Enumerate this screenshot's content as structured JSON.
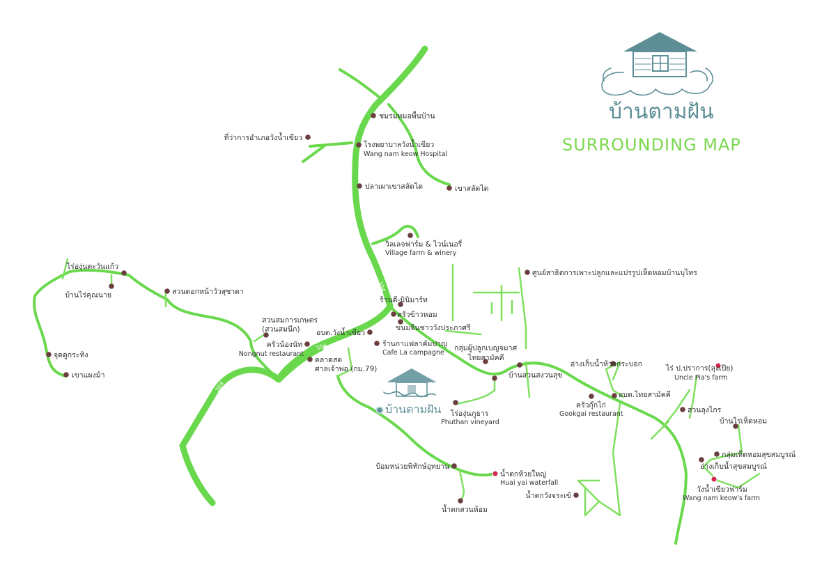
{
  "brand": {
    "name_thai": "บ้านตามฝัน",
    "subtitle": "SURROUNDING MAP"
  },
  "home_marker": {
    "label": "บ้านตามฝัน"
  },
  "highway_labels": [
    "304",
    "304",
    "304"
  ],
  "colors": {
    "road": "#6ad84d",
    "place_dot": "#6b3f3f",
    "highlight_dot": "#d6284d",
    "logo": "#5d8e96",
    "subtitle": "#7bd84f"
  },
  "places": [
    {
      "id": "folk-club",
      "label": "ชมรมหมอพื้นบ้าน"
    },
    {
      "id": "district-office",
      "label": "ที่ว่าการอำเภอวังน้ำเขียว"
    },
    {
      "id": "hospital",
      "label": "โรงพยาบาลวังน้ำเขียว",
      "label2": "Wang nam keow Hospital"
    },
    {
      "id": "khao-lat-dai",
      "label": "เขาสลัดได"
    },
    {
      "id": "forest-khao-lat-dai",
      "label": "ปลาเผาเขาสลัดได"
    },
    {
      "id": "village-farm",
      "label": "วิลเลจฟาร์ม & ไวน์เนอรี่",
      "label2": "Village farm & winery"
    },
    {
      "id": "tambon-center",
      "label": "ศูนย์สาธิตการเพาะปลูกและแปรรูปเห็ดหอมบ้านบุไทร"
    },
    {
      "id": "shop-minimart",
      "label": "ร้านดี-มินิมาร์ท"
    },
    {
      "id": "kitchen-rice",
      "label": "ครัวข้าวหอม"
    },
    {
      "id": "dessert-shop",
      "label": "ขนมจีนชาววังประภาศรี"
    },
    {
      "id": "obt-wang",
      "label": "อบต.วังน้ำเขียว"
    },
    {
      "id": "cafe",
      "label": "ร้านกาแฟลาคัมปาญ",
      "label2": "Cafe La campagne"
    },
    {
      "id": "vineyard-tak",
      "label": "ไร่องุ่นตะวันแก้ว"
    },
    {
      "id": "baan-rai-khun-nai",
      "label": "บ้านไร่คุณนาย"
    },
    {
      "id": "flower-garden",
      "label": "สวนดอกหน้าวัวสุชาดา"
    },
    {
      "id": "agri-garden",
      "label": "สวนสมการเกษตร",
      "label2": "(สวนสมนึก)"
    },
    {
      "id": "nongnut",
      "label": "ครัวน้องนัท",
      "label2": "Nongnut restaurant"
    },
    {
      "id": "market",
      "label": "ตลาดสด",
      "label2": "ศาลเจ้าพ่อ (กม.79)"
    },
    {
      "id": "viewpoint",
      "label": "จุดดูกระทิง"
    },
    {
      "id": "khao-paeng-ma",
      "label": "เขาแผงม้า"
    },
    {
      "id": "group-krabok",
      "label": "กลุ่มผู้ปลูกเบญจมาศ",
      "label2": "ไทยสามัคคี"
    },
    {
      "id": "baan-suan",
      "label": "บ้านสวนสงวนสุข"
    },
    {
      "id": "reservoir-kra-bok",
      "label": "อ่างเก็บน้ำห้วยกระบอก"
    },
    {
      "id": "uncle-pia",
      "label": "ไร่ ป.ปราการ(ลุงเปีย)",
      "label2": "Uncle Pia's farm"
    },
    {
      "id": "obt-thai",
      "label": "อบต.ไทยสามัคคี"
    },
    {
      "id": "gookgai",
      "label": "ครัวกุ๊กไก่",
      "label2": "Gookgai restaurant"
    },
    {
      "id": "phuthan",
      "label": "ไร่องุ่นภูธาร",
      "label2": "Phuthan vineyard"
    },
    {
      "id": "suan-lung-krai",
      "label": "สวนลุงไกร"
    },
    {
      "id": "baan-rai-het",
      "label": "บ้านไร่เห็ดหอม"
    },
    {
      "id": "mushroom-group",
      "label": "กลุ่มเห็ดหอมสุขสมบูรณ์"
    },
    {
      "id": "reservoir-suk",
      "label": "อ่างเก็บน้ำสุขสมบูรณ์"
    },
    {
      "id": "wnk-farm",
      "label": "วังน้ำเขียวฟาร์ม",
      "label2": "Wang nam keow's farm"
    },
    {
      "id": "ranger-unit",
      "label": "ป้อมหน่วยพิทักษ์อุทยาน"
    },
    {
      "id": "huai-yai",
      "label": "น้ำตกห้วยใหญ่",
      "label2": "Huai yai waterfall"
    },
    {
      "id": "wang-jorakhe",
      "label": "น้ำตกวังจระเข้"
    },
    {
      "id": "suan-hom",
      "label": "น้ำตกสวนห้อม"
    }
  ]
}
